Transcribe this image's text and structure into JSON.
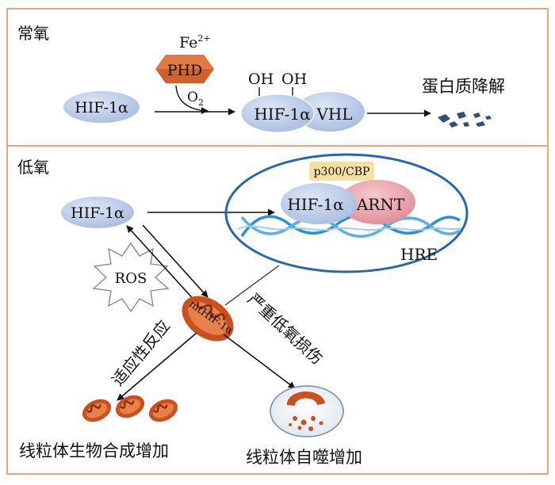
{
  "normoxia": {
    "title": "常氧",
    "hif": "HIF-1α",
    "iron": "Fe",
    "iron_charge": "2+",
    "enzyme": "PHD",
    "oxygen": "O",
    "oxygen_sub": "2",
    "hydroxyl_1": "OH",
    "hydroxyl_2": "OH",
    "hif_bound": "HIF-1α",
    "vhl": "VHL",
    "outcome": "蛋白质降解"
  },
  "hypoxia": {
    "title": "低氧",
    "hif": "HIF-1α",
    "coactivator": "p300/CBP",
    "hif_bound": "HIF-1α",
    "arnt": "ARNT",
    "hre": "HRE",
    "ros": "ROS",
    "mito_hif": "mtHIF-1α",
    "adaptive": "适应性反应",
    "severe": "严重低氧损伤",
    "biogenesis": "线粒体生物合成增加",
    "autophagy": "线粒体自噬增加"
  },
  "colors": {
    "panel_border": "#e8a77a",
    "hif_fill": "#b9c8e6",
    "arnt_fill": "#e9a0a8",
    "phd_fill": "#d2602b",
    "coactivator_fill": "#f6dfa3",
    "nucleus_stroke": "#2a66a8",
    "mito_fill": "#c9501f",
    "fragment_fill": "#2f4f77"
  }
}
